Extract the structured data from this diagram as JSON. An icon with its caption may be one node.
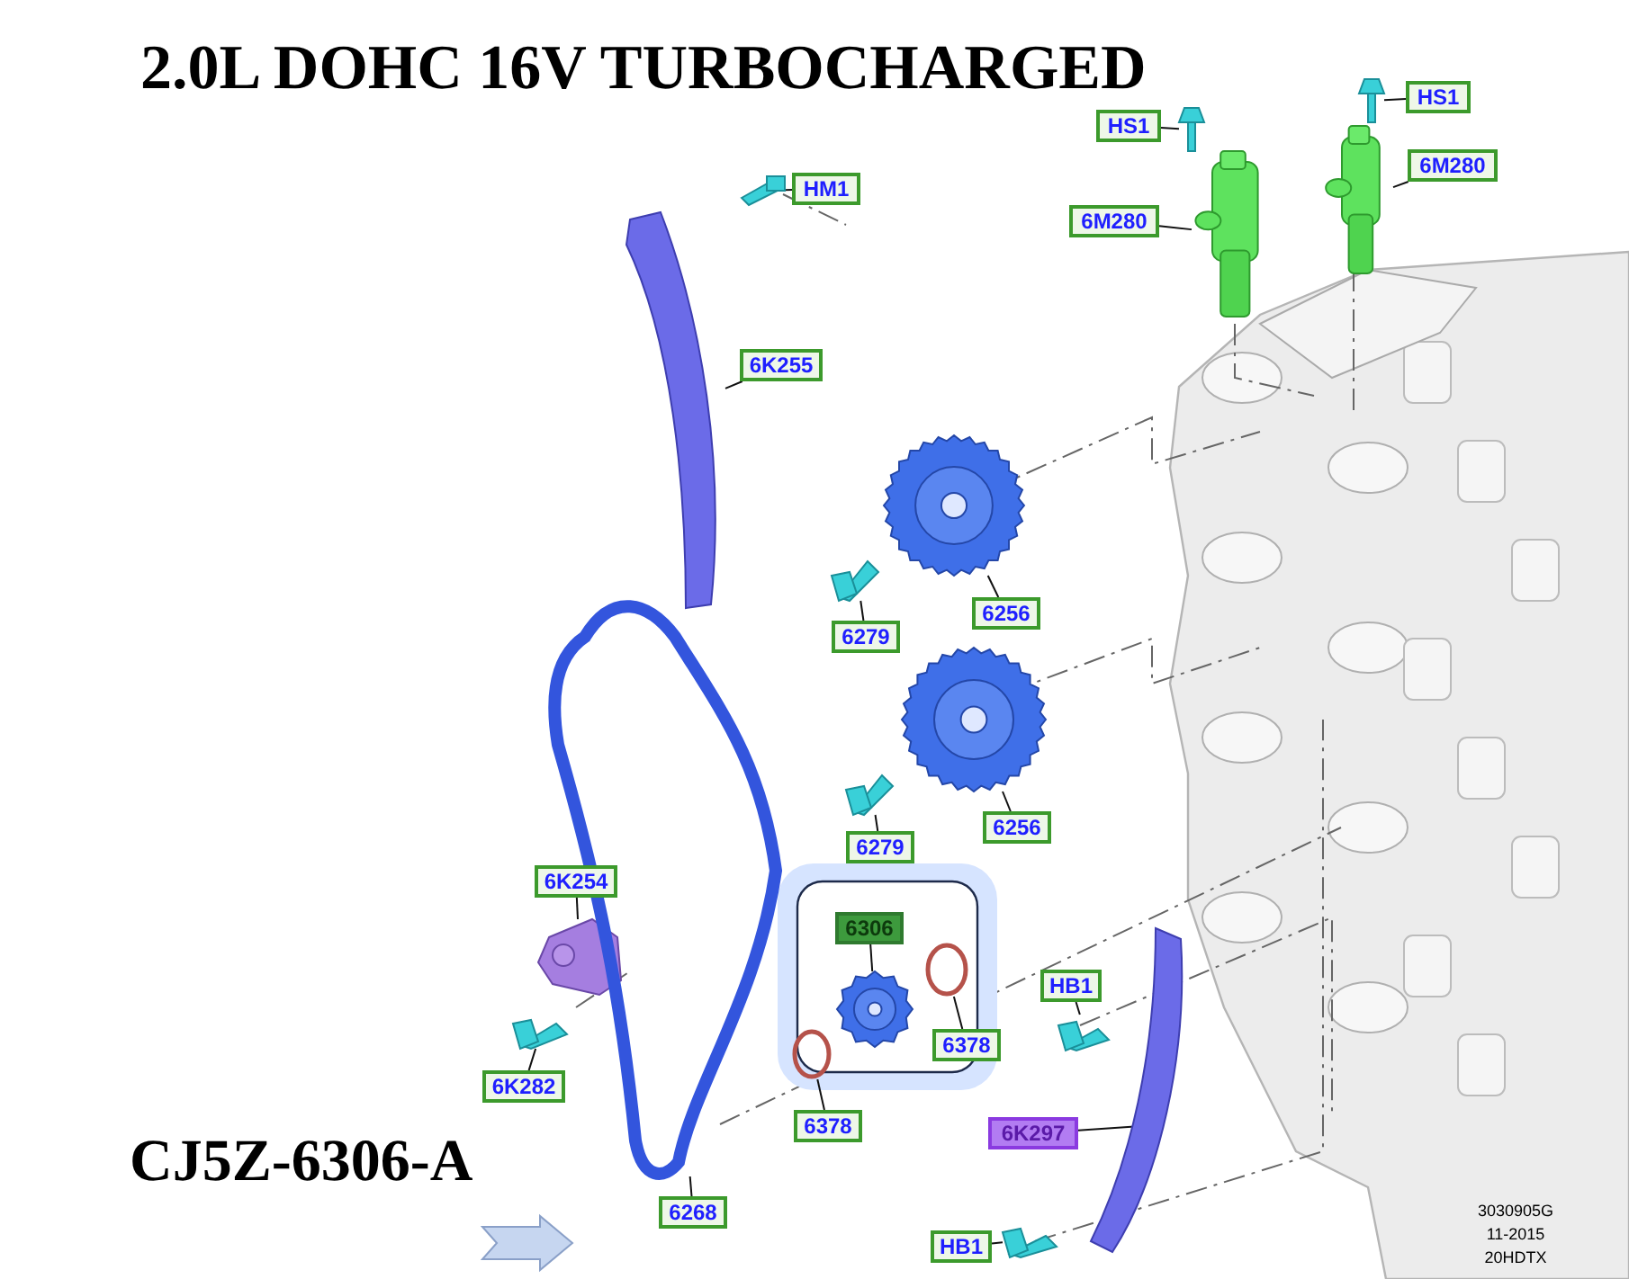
{
  "diagram": {
    "title": "2.0L DOHC 16V TURBOCHARGED",
    "nodes": [
      {
        "text": [
          "HM1"
        ]
      },
      {
        "text": [],
        "shape": "picture"
      },
      {
        "text": [
          "6K255"
        ]
      },
      {
        "text": [],
        "shape": "picture"
      },
      {
        "text": [
          "HS1"
        ]
      },
      {
        "text": [],
        "shape": "picture"
      },
      {
        "text": [
          "HS1"
        ]
      },
      {
        "text": [],
        "shape": "picture"
      },
      {
        "text": [
          "6M280"
        ]
      },
      {
        "text": [],
        "shape": "picture"
      },
      {
        "text": [
          "6M280"
        ]
      },
      {
        "text": [],
        "shape": "picture"
      },
      {
        "text": [
          "6279"
        ]
      },
      {
        "text": [],
        "shape": "picture"
      },
      {
        "text": [
          "6256"
        ]
      },
      {
        "text": [],
        "shape": "picture"
      },
      {
        "text": [
          "6279"
        ]
      },
      {
        "text": [],
        "shape": "picture"
      },
      {
        "text": [
          "6256"
        ]
      },
      {
        "text": [],
        "shape": "picture"
      },
      {
        "text": [
          "6K254"
        ]
      },
      {
        "text": [],
        "shape": "picture"
      },
      {
        "text": [
          "6K282"
        ]
      },
      {
        "text": [],
        "shape": "picture"
      },
      {
        "text": [
          "6306"
        ]
      },
      {
        "text": [],
        "shape": "picture"
      },
      {
        "text": [
          "6378"
        ]
      },
      {
        "text": [],
        "shape": "circle"
      },
      {
        "text": [
          "6378"
        ]
      },
      {
        "text": [],
        "shape": "circle"
      },
      {
        "text": [
          "HB1"
        ]
      },
      {
        "text": [],
        "shape": "picture"
      },
      {
        "text": [
          "6K297"
        ]
      },
      {
        "text": [],
        "shape": "picture"
      },
      {
        "text": [
          "HB1"
        ]
      },
      {
        "text": [],
        "shape": "picture"
      },
      {
        "text": [
          "6268"
        ]
      },
      {
        "text": [],
        "shape": "picture"
      }
    ],
    "edges": [
      {
        "from": 0,
        "to": 1,
        "arrow": "none"
      },
      {
        "from": 2,
        "to": 3,
        "arrow": "none"
      },
      {
        "from": 4,
        "to": 5,
        "arrow": "none"
      },
      {
        "from": 6,
        "to": 7,
        "arrow": "none"
      },
      {
        "from": 8,
        "to": 9,
        "arrow": "none"
      },
      {
        "from": 10,
        "to": 11,
        "arrow": "none"
      },
      {
        "from": 12,
        "to": 13,
        "arrow": "none"
      },
      {
        "from": 14,
        "to": 15,
        "arrow": "none"
      },
      {
        "from": 16,
        "to": 17,
        "arrow": "none"
      },
      {
        "from": 18,
        "to": 19,
        "arrow": "none"
      },
      {
        "from": 20,
        "to": 21,
        "arrow": "none"
      },
      {
        "from": 22,
        "to": 23,
        "arrow": "none"
      },
      {
        "from": 24,
        "to": 25,
        "arrow": "none"
      },
      {
        "from": 26,
        "to": 27,
        "arrow": "none"
      },
      {
        "from": 28,
        "to": 29,
        "arrow": "none"
      },
      {
        "from": 30,
        "to": 31,
        "arrow": "none"
      },
      {
        "from": 32,
        "to": 33,
        "arrow": "none"
      },
      {
        "from": 34,
        "to": 35,
        "arrow": "none"
      },
      {
        "from": 36,
        "to": 37,
        "arrow": "none"
      }
    ],
    "labels": [
      "CJ5Z-6306-A",
      "3030905G",
      "11-2015",
      "20HDTX"
    ]
  }
}
